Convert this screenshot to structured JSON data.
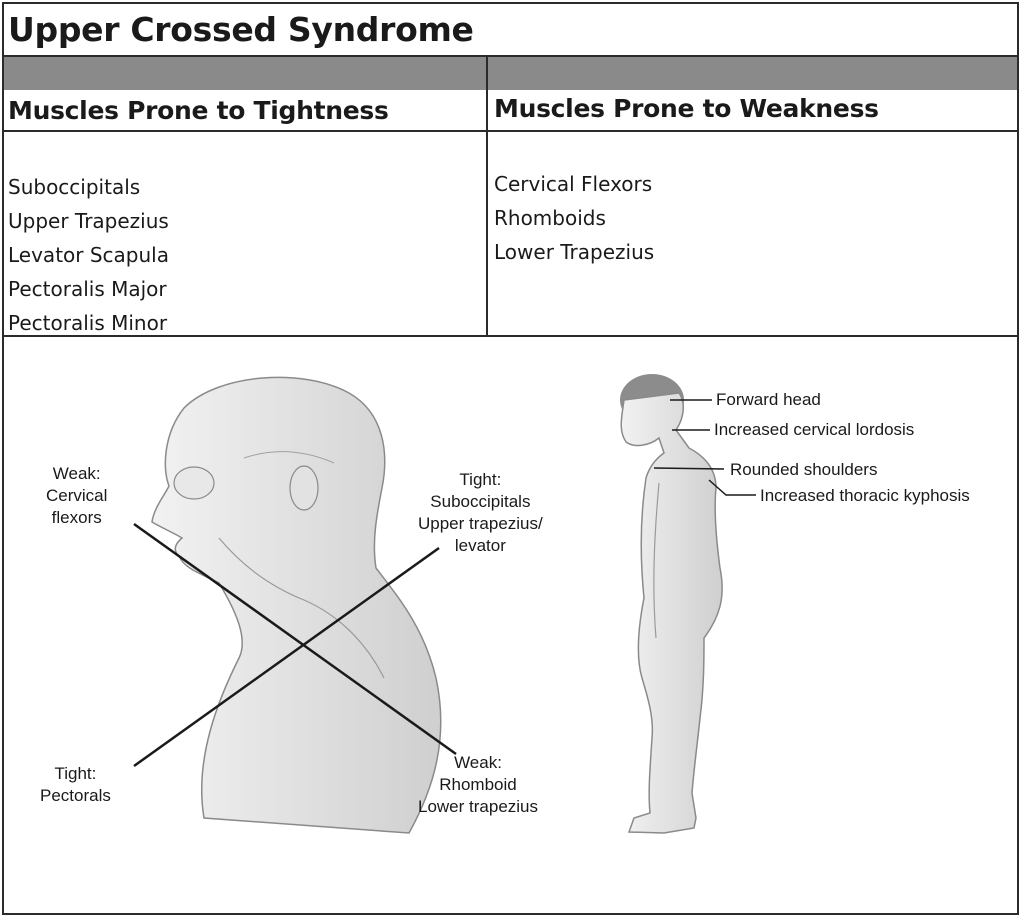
{
  "title": "Upper Crossed Syndrome",
  "columns": [
    {
      "heading": "Muscles Prone to Tightness",
      "items": [
        "Suboccipitals",
        "Upper Trapezius",
        "Levator Scapula",
        "Pectoralis Major",
        "Pectoralis Minor"
      ]
    },
    {
      "heading": "Muscles Prone to Weakness",
      "items": [
        "Cervical Flexors",
        "Rhomboids",
        "Lower Trapezius"
      ]
    }
  ],
  "head_diagram": {
    "weak_cervical": [
      "Weak:",
      "Cervical",
      "flexors"
    ],
    "tight_suboccipitals": [
      "Tight:",
      "Suboccipitals",
      "Upper trapezius/",
      "levator"
    ],
    "tight_pectorals": [
      "Tight:",
      "Pectorals"
    ],
    "weak_rhomboid": [
      "Weak:",
      "Rhomboid",
      "Lower trapezius"
    ]
  },
  "posture_diagram": {
    "labels": [
      "Forward head",
      "Increased cervical lordosis",
      "Rounded shoulders",
      "Increased thoracic kyphosis"
    ]
  }
}
